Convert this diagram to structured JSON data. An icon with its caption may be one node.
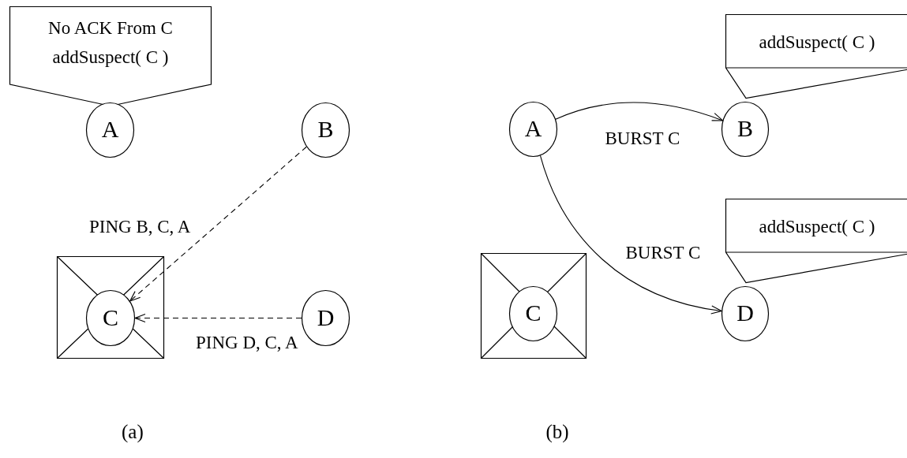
{
  "diagram": {
    "nodes": [
      {
        "text": [
          "No ACK From C addSuspect( C )"
        ]
      },
      {
        "text": [
          "A"
        ]
      },
      {
        "text": [
          "B"
        ]
      },
      {
        "text": [],
        "shape": "box"
      },
      {
        "text": [
          "C"
        ],
        "in": 3
      },
      {
        "text": [
          "D"
        ]
      },
      {
        "text": [
          "A"
        ]
      },
      {
        "text": [
          "addSuspect( C )"
        ]
      },
      {
        "text": [
          "B"
        ]
      },
      {
        "text": [
          "addSuspect( C )"
        ]
      },
      {
        "text": [],
        "shape": "box"
      },
      {
        "text": [
          "C"
        ],
        "in": 10
      },
      {
        "text": [
          "D"
        ]
      }
    ],
    "edges": [
      {
        "from": 2,
        "to": 4,
        "arrow": "to",
        "label": "PING B, C, A",
        "style": "dashed"
      },
      {
        "from": 5,
        "to": 4,
        "arrow": "to",
        "label": "PING D, C, A",
        "style": "dashed"
      },
      {
        "from": 6,
        "to": 8,
        "arrow": "to",
        "label": "BURST C"
      },
      {
        "from": 6,
        "to": 12,
        "arrow": "to",
        "label": "BURST C"
      }
    ],
    "labels": [
      "(a)",
      "(b)"
    ]
  }
}
